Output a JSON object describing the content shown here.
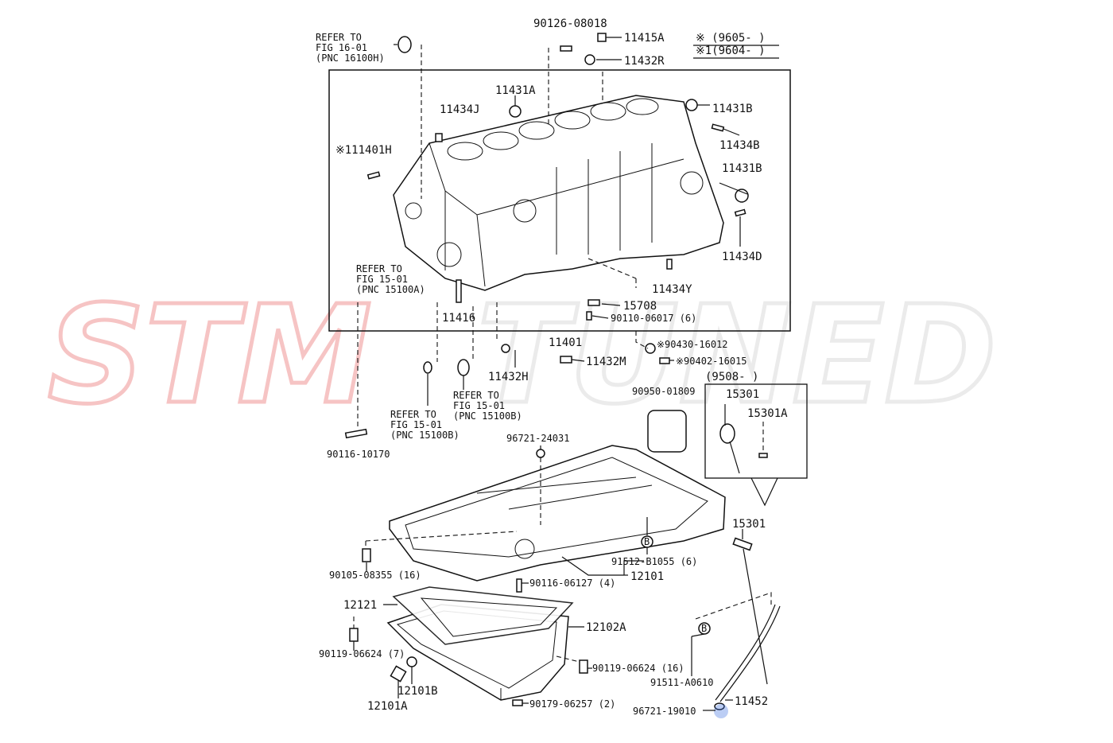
{
  "watermark": {
    "brand_a": "STM",
    "brand_b": "TUNED",
    "color_a": "#e85a5a",
    "color_b": "#c8c8c8"
  },
  "legend": {
    "row1": "※ (9605-    )",
    "row2": "※1(9604-    )"
  },
  "inset": {
    "date": "(9508-    )",
    "label_a": "15301",
    "label_b": "15301A"
  },
  "labels": {
    "ref_16_01": [
      "REFER TO",
      "FIG 16-01",
      "(PNC 16100H)"
    ],
    "ref_15_01a": [
      "REFER TO",
      "FIG 15-01",
      "(PNC 15100A)"
    ],
    "ref_15_01b1": [
      "REFER TO",
      "FIG 15-01",
      "(PNC 15100B)"
    ],
    "ref_15_01b2": [
      "REFER TO",
      "FIG 15-01",
      "(PNC 15100B)"
    ],
    "p90126_08018": "90126-08018",
    "p11415A": "11415A",
    "p11432R": "11432R",
    "p11431A": "11431A",
    "p11434J": "11434J",
    "p11401H": "※111401H",
    "p11431B_top": "11431B",
    "p11434B": "11434B",
    "p11431B_mid": "11431B",
    "p11434D": "11434D",
    "p11434Y": "11434Y",
    "p15708": "15708",
    "p90110_06017": "90110-06017 (6)",
    "p11416": "11416",
    "p11401": "11401",
    "p11432H": "11432H",
    "p11432M": "11432M",
    "p90430_16012": "※90430-16012",
    "p90402_16015": "※90402-16015",
    "p90950_01809": "90950-01809",
    "p90116_10170": "90116-10170",
    "p96721_24031": "96721-24031",
    "p15301": "15301",
    "p91512_B1055": "91512-B1055 (6)",
    "p90105_08355": "90105-08355 (16)",
    "p90116_06127": "90116-06127 (4)",
    "p12101": "12101",
    "p12121": "12121",
    "p12102A": "12102A",
    "p90119_06624_7": "90119-06624 (7)",
    "p90119_06624_16": "90119-06624 (16)",
    "p12101B": "12101B",
    "p12101A": "12101A",
    "p91511_A0610": "91511-A0610",
    "p90179_06257": "90179-06257 (2)",
    "p96721_19010": "96721-19010",
    "p11452": "11452",
    "mark_b": "B"
  },
  "highlight_color": "#3b6fe0"
}
